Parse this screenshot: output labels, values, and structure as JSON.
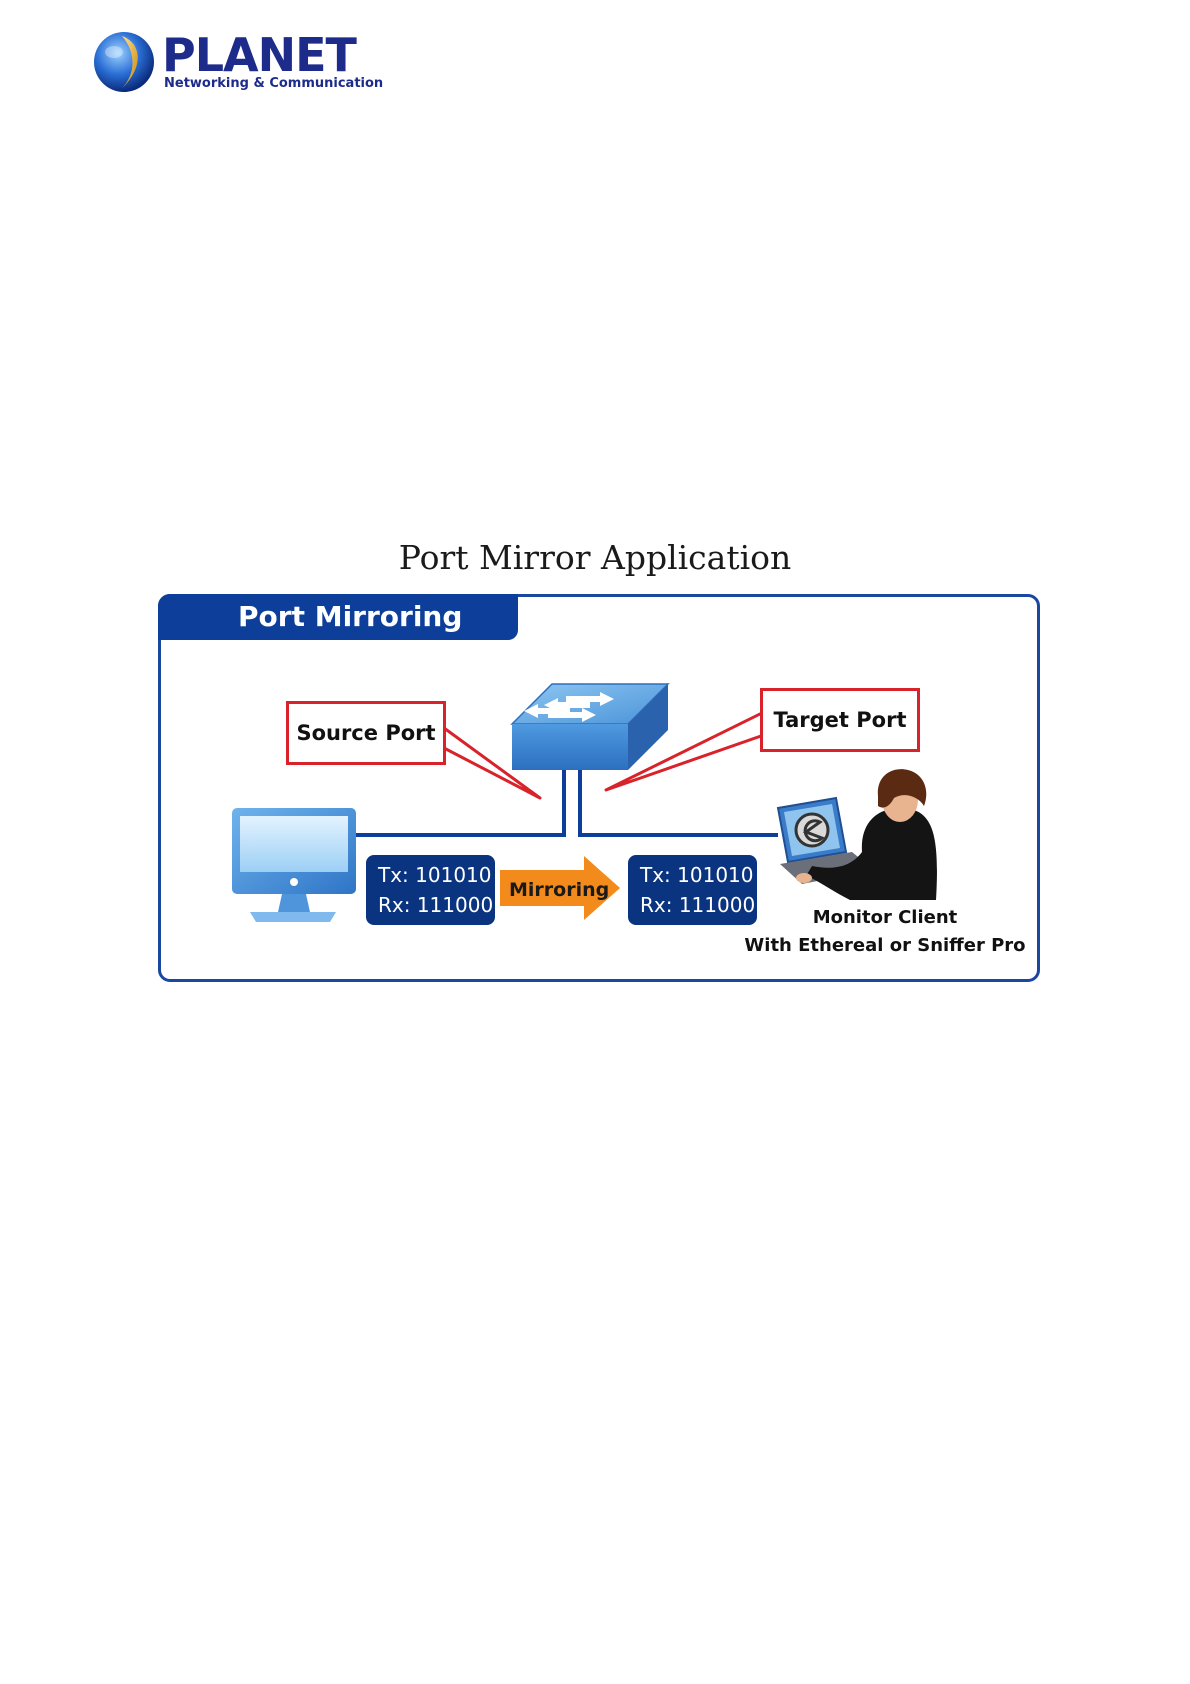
{
  "header": {
    "brand": "PLANET",
    "tagline": "Networking & Communication"
  },
  "figure": {
    "title": "Port Mirror Application",
    "panel_label": "Port Mirroring",
    "source_port_label": "Source Port",
    "target_port_label": "Target Port",
    "source_data": {
      "tx": "Tx: 101010",
      "rx": "Rx: 111000"
    },
    "mirror_arrow_label": "Mirroring",
    "target_data": {
      "tx": "Tx: 101010",
      "rx": "Rx: 111000"
    },
    "client_label_line1": "Monitor Client",
    "client_label_line2": "With Ethereal or Sniffer Pro"
  },
  "colors": {
    "brand_blue": "#1d2c8a",
    "panel_blue": "#0d3f9a",
    "callout_red": "#d8232a",
    "arrow_orange": "#f28a1c"
  }
}
